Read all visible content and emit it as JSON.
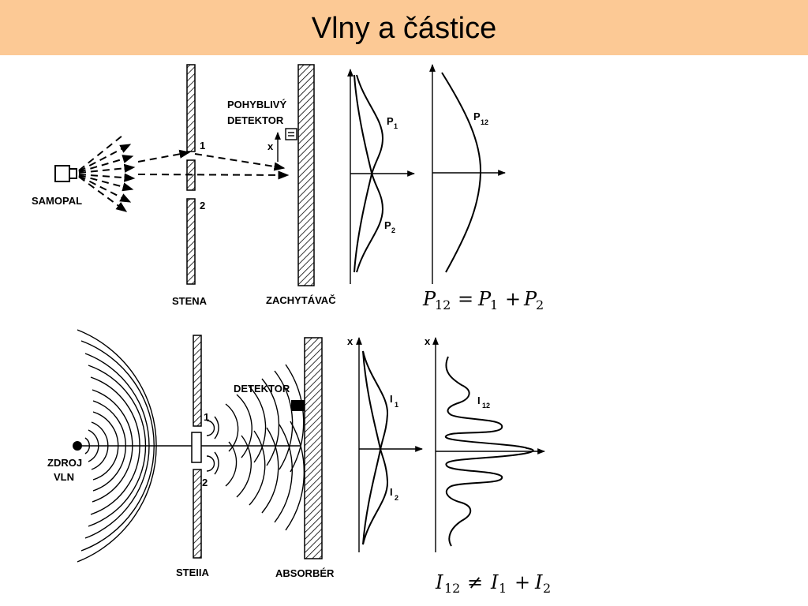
{
  "title": "Vlny a částice",
  "colors": {
    "title_bar": "#fcc995",
    "ink": "#000000",
    "background": "#ffffff"
  },
  "top_experiment": {
    "source_label": "SAMOPAL",
    "wall_label": "STENA",
    "detector_label_line1": "POHYBLIVÝ",
    "detector_label_line2": "DETEKTOR",
    "backstop_label": "ZACHYTÁVAČ",
    "slit1_label": "1",
    "slit2_label": "2",
    "axis_label": "x",
    "curve1_letter": "P",
    "curve1_sub": "1",
    "curve2_letter": "P",
    "curve2_sub": "2",
    "curve12_letter": "P",
    "curve12_sub": "12",
    "equation": {
      "lhs": "P",
      "lhs_sub": "12",
      "op": "=",
      "t1": "P",
      "t1_sub": "1",
      "plus": "+",
      "t2": "P",
      "t2_sub": "2"
    }
  },
  "bottom_experiment": {
    "source_label_line1": "ZDROJ",
    "source_label_line2": "VLN",
    "wall_label": "STEIIA",
    "detector_label": "DETEKTOR",
    "absorber_label": "ABSORBÉR",
    "slit1_label": "1",
    "slit2_label": "2",
    "axis_label1": "x",
    "axis_label2": "x",
    "curve1_letter": "I",
    "curve1_sub": "1",
    "curve2_letter": "I",
    "curve2_sub": "2",
    "curve12_letter": "I",
    "curve12_sub": "12",
    "equation": {
      "lhs": "I",
      "lhs_sub": "12",
      "op": "≠",
      "t1": "I",
      "t1_sub": "1",
      "plus": "+",
      "t2": "I",
      "t2_sub": "2"
    }
  }
}
